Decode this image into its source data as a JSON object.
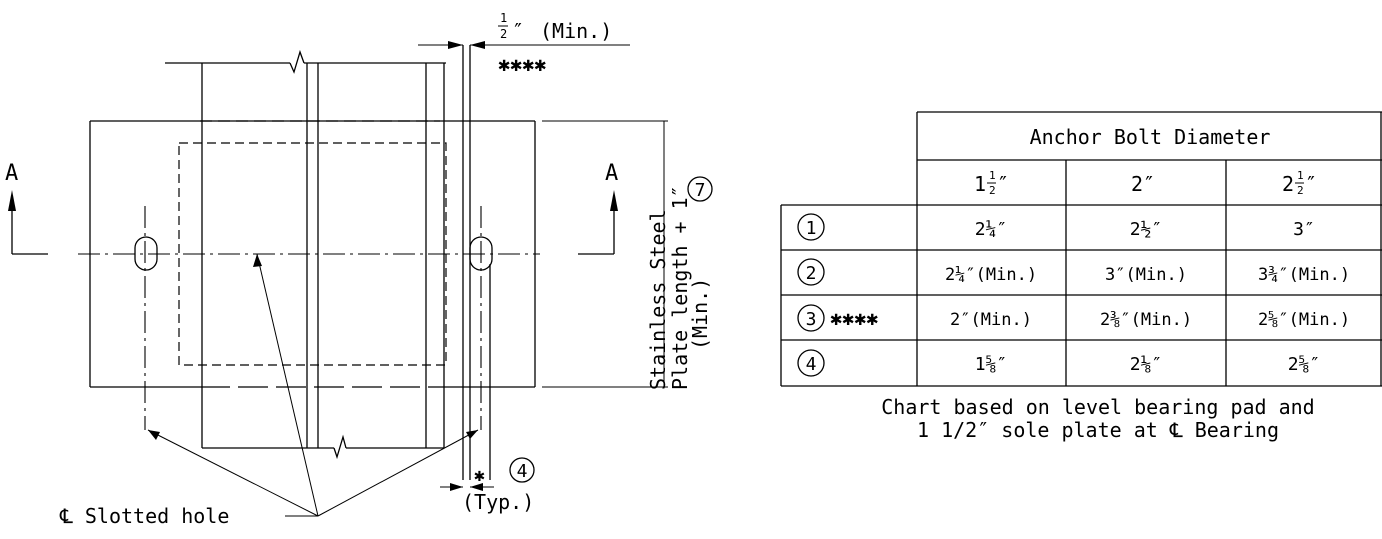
{
  "plan": {
    "section_left": "A",
    "section_right": "A",
    "dim_top": "(Min.)",
    "dim_top_stars": "✱✱✱✱",
    "dim_right_line1": "Stainless Steel",
    "dim_right_line2": "Plate length + 1″",
    "dim_right_line3": "(Min.)",
    "dim_right_ref": "7",
    "dim_bottom_star": "✱",
    "dim_bottom_ref": "4",
    "dim_bottom_typ": "(Typ.)",
    "slot_label": "℄ Slotted hole"
  },
  "table": {
    "header": "Anchor Bolt Diameter",
    "rows": [
      {
        "ref": "1",
        "stars": "",
        "cells": [
          "2¼″",
          "2½″",
          "3″"
        ]
      },
      {
        "ref": "2",
        "stars": "",
        "cells": [
          "2¼″(Min.)",
          "3″(Min.)",
          "3¾″(Min.)"
        ]
      },
      {
        "ref": "3",
        "stars": "✱✱✱✱",
        "cells": [
          "2″(Min.)",
          "2⅜″(Min.)",
          "2⅝″(Min.)"
        ]
      },
      {
        "ref": "4",
        "stars": "",
        "cells": [
          "1⅝″",
          "2⅛″",
          "2⅝″"
        ]
      }
    ],
    "note_line1": "Chart based on level bearing pad and",
    "note_line2": "1 1/2″ sole plate at ℄ Bearing"
  }
}
